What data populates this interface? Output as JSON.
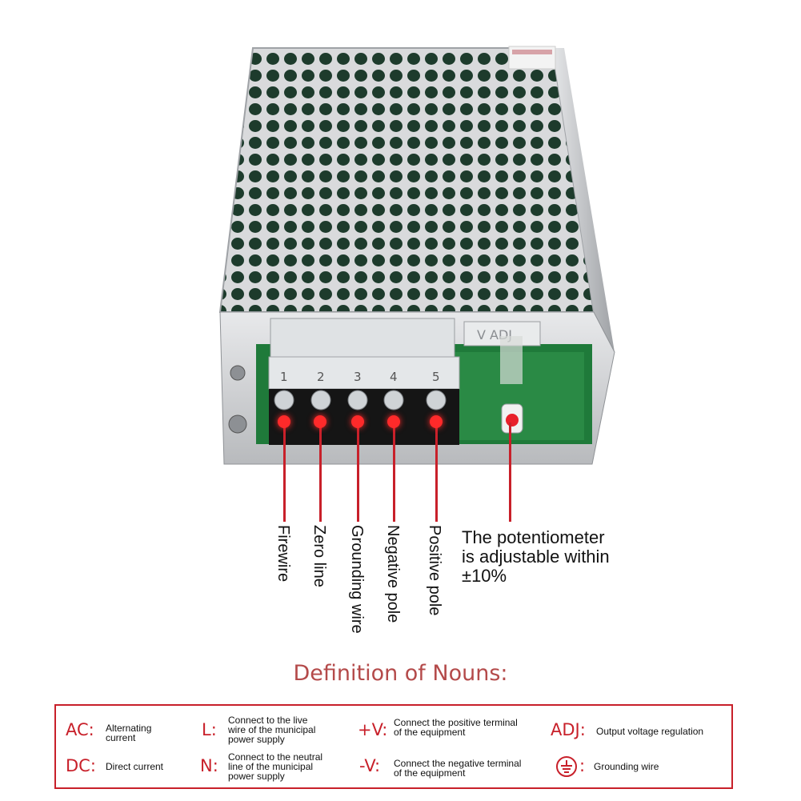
{
  "product": {
    "terminal_numbers": [
      "1",
      "2",
      "3",
      "4",
      "5"
    ],
    "vadj_label": "V ADJ"
  },
  "labels": {
    "firewire": "Firewire",
    "zero_line": "Zero line",
    "grounding_wire": "Grounding wire",
    "negative_pole": "Negative pole",
    "positive_pole": "Positive pole",
    "potentiometer": [
      "The potentiometer",
      "is adjustable within",
      "±10%"
    ]
  },
  "definitions": {
    "title": "Definition of Nouns:",
    "items": [
      {
        "key": "AC:",
        "desc": [
          "Alternating",
          "current"
        ]
      },
      {
        "key": "DC:",
        "desc": [
          "Direct current"
        ]
      },
      {
        "key": "L:",
        "desc": [
          "Connect to the live",
          "wire of the municipal",
          "power supply"
        ]
      },
      {
        "key": "N:",
        "desc": [
          "Connect to the neutral",
          "line of the municipal",
          "power supply"
        ]
      },
      {
        "key": "+V:",
        "desc": [
          "Connect the positive terminal",
          "of the equipment"
        ]
      },
      {
        "key": "-V:",
        "desc": [
          "Connect the negative terminal",
          "of the equipment"
        ]
      },
      {
        "key": "ADJ:",
        "desc": [
          "Output voltage regulation"
        ]
      },
      {
        "key": ":",
        "desc": [
          "Grounding wire"
        ]
      }
    ]
  },
  "colors": {
    "accent_red": "#c8202a",
    "title_red": "#b44a4a",
    "pcb_green": "#1f7a3a",
    "metal": "#c9cbce"
  },
  "icons": {
    "ground": "grounding-symbol-icon"
  }
}
